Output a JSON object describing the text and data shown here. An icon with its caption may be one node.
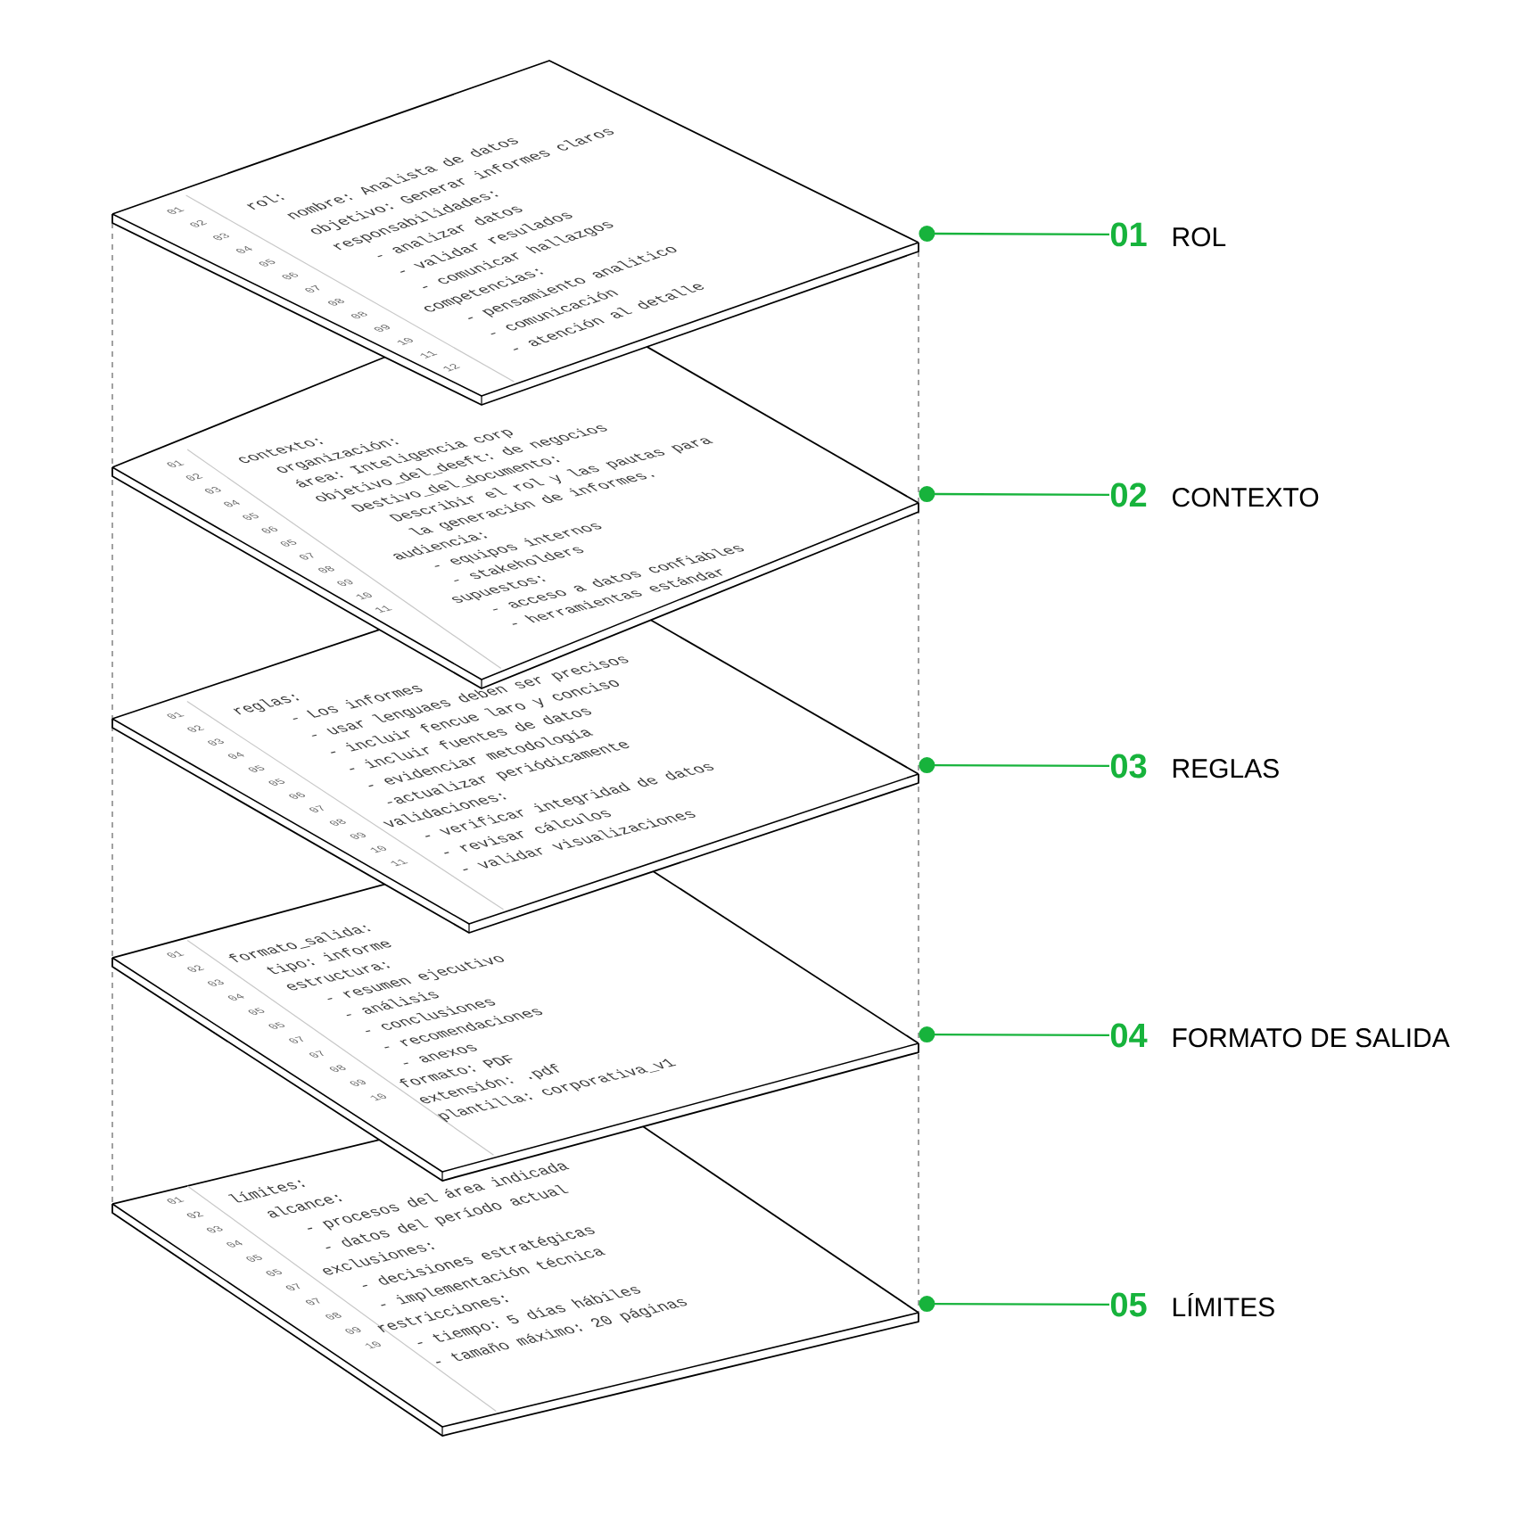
{
  "diagram": {
    "nodes": [
      {
        "text": [
          "01",
          "02",
          "03",
          "04",
          "05",
          "06",
          "07",
          "08",
          "08",
          "09",
          "10",
          "11",
          "12",
          "rol:",
          "nombre: Analista de datos",
          "objetivo: Generar informes claros",
          "responsabilidades:",
          "- analizar datos",
          "- validar resulados",
          "- comunicar hallazgos",
          "competencias:",
          "- pensamiento analitico",
          "- comunicación",
          "- atención al detalle"
        ]
      },
      {
        "text": [
          "01",
          "ROL"
        ]
      },
      {
        "text": [
          "01",
          "02",
          "03",
          "04",
          "05",
          "06",
          "05",
          "07",
          "08",
          "09",
          "10",
          "11",
          "contexto:",
          "organización:",
          "área: Inteligencia corp",
          "objetivo_del_deeft: de negocios",
          "Destivo_del_documento:",
          "Describir el rol y las pautas para",
          "la generación de informes.",
          "audiencia:",
          "- equipos internos",
          "- stakeholders",
          "supuestos:",
          "- acceso a datos confiables",
          "- herramientas estándar"
        ]
      },
      {
        "text": [
          "02",
          "CONTEXTO"
        ]
      },
      {
        "text": [
          "01",
          "02",
          "03",
          "04",
          "05",
          "05",
          "06",
          "07",
          "08",
          "09",
          "10",
          "11",
          "reglas:",
          "- Los informes",
          "- usar lenguaes deben ser precisos",
          "- incluir fencue laro y conciso",
          "- incluir fuentes de datos",
          "- evidenciar metodología",
          "-actualizar periódicamente",
          "validaciones:",
          "- verificar integridad de datos",
          "- revisar cálculos",
          "- validar visualizaciones"
        ]
      },
      {
        "text": [
          "03",
          "REGLAS"
        ]
      },
      {
        "text": [
          "01",
          "02",
          "03",
          "04",
          "05",
          "05",
          "07",
          "07",
          "08",
          "09",
          "10",
          "formato_salida:",
          "tipo: informe",
          "estructura:",
          "- resumen ejecutivo",
          "- análisis",
          "- conclusiones",
          "- recomendaciones",
          "- anexos",
          "formato: PDF",
          "extensión: .pdf",
          "plantilla: corporativa_v1"
        ]
      },
      {
        "text": [
          "04",
          "FORMATO DE SALIDA"
        ]
      },
      {
        "text": [
          "01",
          "02",
          "03",
          "04",
          "05",
          "05",
          "07",
          "07",
          "08",
          "09",
          "10",
          "límites:",
          "alcance:",
          "- procesos del área indicada",
          "- datos del período actual",
          "exclusiones:",
          "- decisiones estratégicas",
          "- implementación técnica",
          "restricciones:",
          "- tiempo: 5 días hábiles",
          "- tamaño máximo: 20 páginas"
        ]
      },
      {
        "text": [
          "05",
          "LÍMITES"
        ]
      }
    ],
    "edges": [
      {
        "from": 1,
        "to": 0,
        "arrow": "other"
      },
      {
        "from": 3,
        "to": 2,
        "arrow": "other"
      },
      {
        "from": 5,
        "to": 4,
        "arrow": "other"
      },
      {
        "from": 7,
        "to": 6,
        "arrow": "other"
      },
      {
        "from": 9,
        "to": 8,
        "arrow": "other"
      }
    ]
  }
}
